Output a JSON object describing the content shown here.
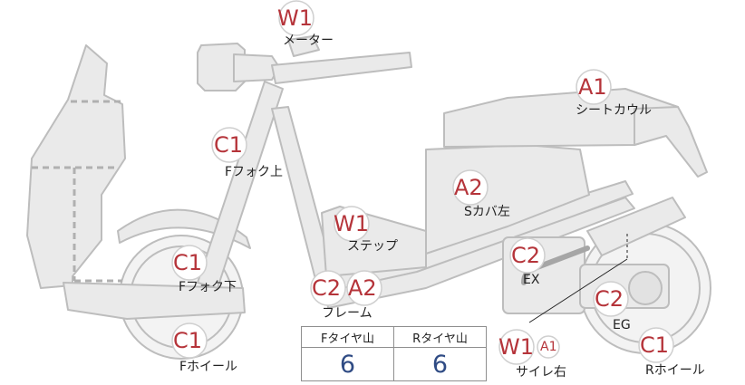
{
  "parts": [
    {
      "id": "meter",
      "code": "W1",
      "label": "メーター"
    },
    {
      "id": "seat-cowl",
      "code": "A1",
      "label": "シートカウル"
    },
    {
      "id": "fork-upper",
      "code": "C1",
      "label": "Fフォク上"
    },
    {
      "id": "s-cover-left",
      "code": "A2",
      "label": "Sカバ左"
    },
    {
      "id": "step",
      "code": "W1",
      "label": "ステップ"
    },
    {
      "id": "exhaust",
      "code": "C2",
      "label": "EX"
    },
    {
      "id": "fork-lower",
      "code": "C1",
      "label": "Fフォク下"
    },
    {
      "id": "frame",
      "codes": [
        "C2",
        "A2"
      ],
      "label": "フレーム"
    },
    {
      "id": "engine",
      "code": "C2",
      "label": "EG"
    },
    {
      "id": "front-wheel",
      "code": "C1",
      "label": "Fホイール"
    },
    {
      "id": "muffler-right",
      "codes": [
        "W1",
        "A1"
      ],
      "label": "サイレ右"
    },
    {
      "id": "rear-wheel",
      "code": "C1",
      "label": "Rホイール"
    }
  ],
  "tread": {
    "front_label": "Fタイヤ山",
    "rear_label": "Rタイヤ山",
    "front_value": "6",
    "rear_value": "6"
  },
  "colors": {
    "body_fill": "#eaeaea",
    "body_stroke": "#bdbdbd",
    "code_text": "#b5343a",
    "tread_value_text": "#2f4b84"
  }
}
